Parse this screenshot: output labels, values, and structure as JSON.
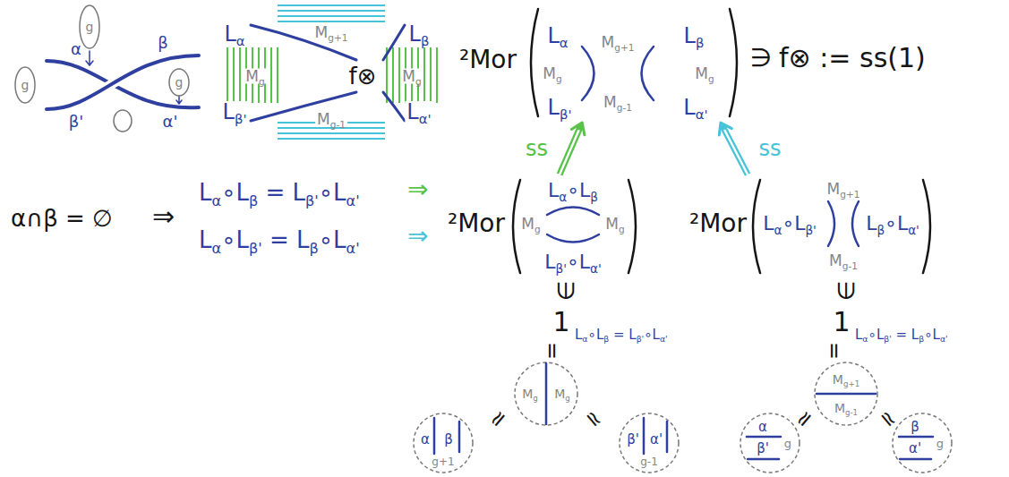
{
  "diagram": {
    "nodes": [
      {
        "text": [
          "Lα",
          "Mg+1",
          "Lβ",
          "Mg",
          "f⊗",
          "Mg",
          "Lβ'",
          "Mg-1",
          "Lα'"
        ]
      },
      {
        "text": [
          "²Mor",
          "Lα",
          "Mg+1",
          "Lβ",
          "Mg",
          "Mg",
          "Lβ'",
          "Mg-1",
          "Lα'"
        ]
      },
      {
        "text": [
          "²Mor",
          "Lα∘Lβ",
          "Mg",
          "Mg",
          "Lβ'∘Lα'"
        ]
      },
      {
        "text": [
          "²Mor",
          "Lα∘Lβ'",
          "Mg+1",
          "Mg-1",
          "Lβ∘Lα'"
        ]
      },
      {
        "text": [
          "Mg",
          "Mg"
        ]
      },
      {
        "text": [
          "α",
          "β",
          "g+1"
        ]
      },
      {
        "text": [
          "β'",
          "α'",
          "g-1"
        ]
      },
      {
        "text": [
          "Mg+1",
          "Mg-1"
        ]
      },
      {
        "text": [
          "α",
          "β'",
          "g"
        ]
      },
      {
        "text": [
          "β",
          "α'",
          "g"
        ]
      }
    ],
    "edges": [
      {
        "from": 2,
        "to": 1,
        "arrow": "to",
        "label": "ss"
      },
      {
        "from": 3,
        "to": 1,
        "arrow": "to",
        "label": "ss"
      }
    ],
    "labels": [
      "α",
      "β",
      "β'",
      "α'",
      "g",
      "g",
      "g",
      "∋",
      "f⊗ := ss(1)",
      "α∩β = ∅",
      "⇒",
      "Lα∘Lβ = Lβ'∘Lα'",
      "Lα∘Lβ' = Lβ∘Lα'",
      "⇒",
      "⇒",
      "∋",
      "1",
      "Lα∘Lβ = Lβ'∘Lα'",
      "=",
      "≃",
      "≃",
      "∋",
      "1",
      "Lα∘Lβ' = Lβ∘Lα'",
      "=",
      "≃",
      "≃"
    ]
  }
}
